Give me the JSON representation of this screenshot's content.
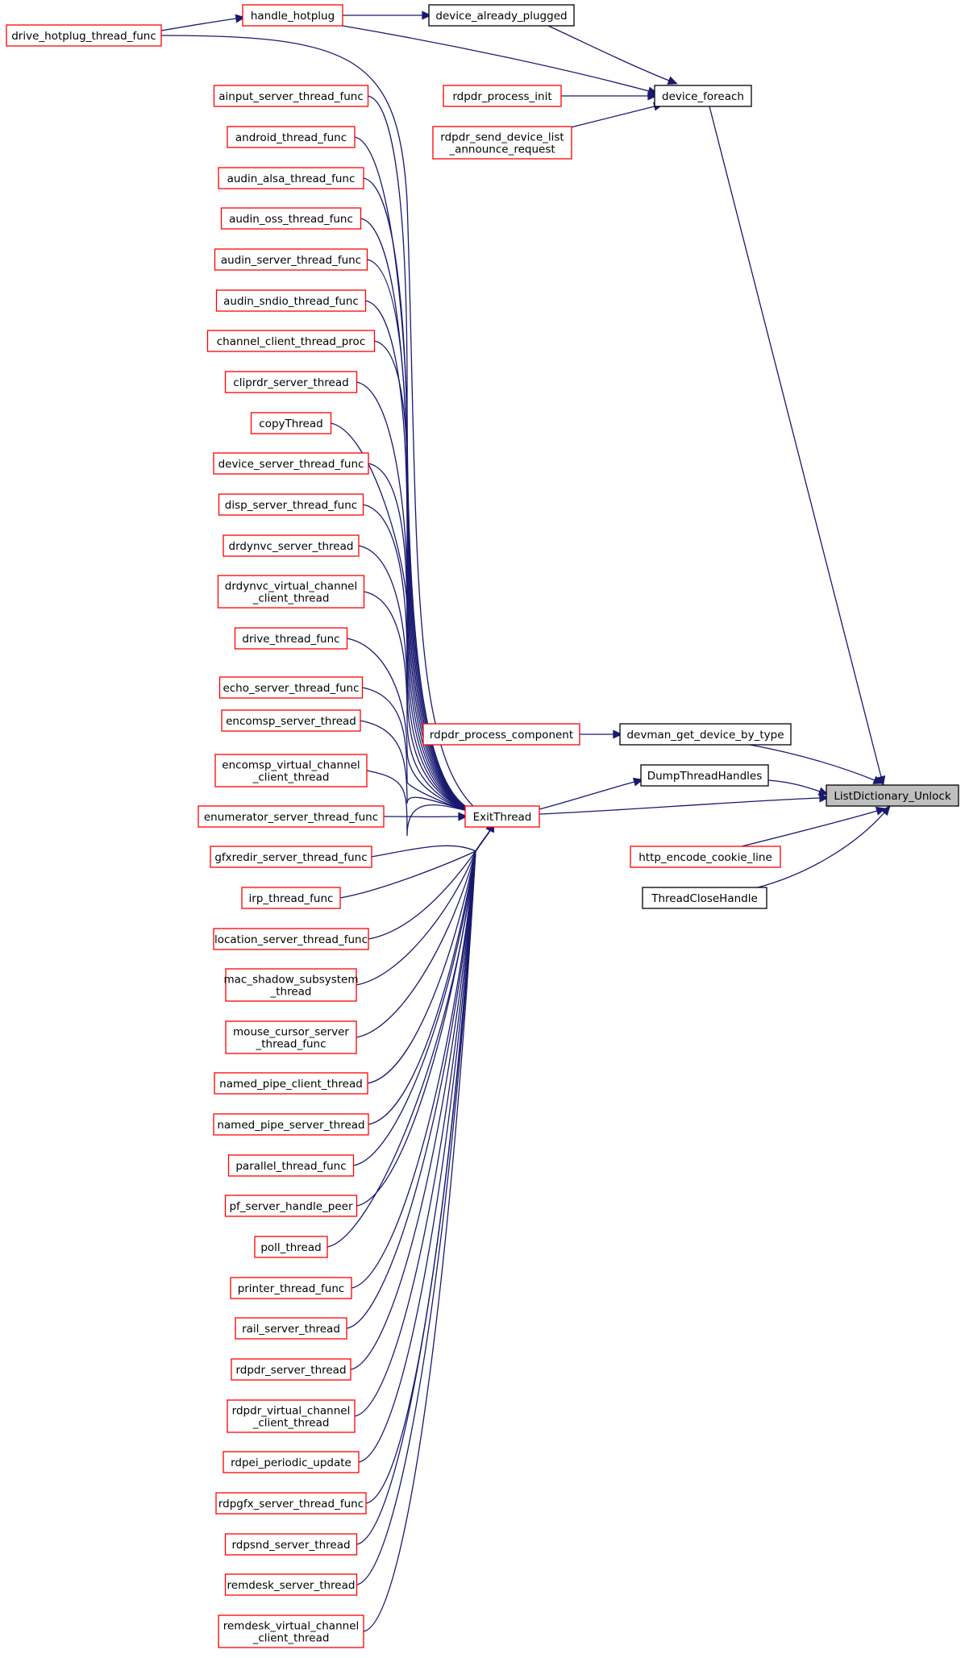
{
  "graph": {
    "colors": {
      "edge": "#191970",
      "red_border": "#ff0000",
      "black_border": "#000000",
      "root_fill": "#bfbfbf"
    },
    "nodes": [
      {
        "id": "root",
        "lines": [
          "ListDictionary_Unlock"
        ],
        "border": "black",
        "root": true
      },
      {
        "id": "device_foreach",
        "lines": [
          "device_foreach"
        ],
        "border": "black"
      },
      {
        "id": "device_already_plugged",
        "lines": [
          "device_already_plugged"
        ],
        "border": "black"
      },
      {
        "id": "handle_hotplug",
        "lines": [
          "handle_hotplug"
        ],
        "border": "red"
      },
      {
        "id": "drive_hotplug_thread_func",
        "lines": [
          "drive_hotplug_thread_func"
        ],
        "border": "red"
      },
      {
        "id": "rdpdr_process_init",
        "lines": [
          "rdpdr_process_init"
        ],
        "border": "red"
      },
      {
        "id": "rdpdr_send_device_list",
        "lines": [
          "rdpdr_send_device_list",
          "_announce_request"
        ],
        "border": "red"
      },
      {
        "id": "devman_get_device_by_type",
        "lines": [
          "devman_get_device_by_type"
        ],
        "border": "black"
      },
      {
        "id": "rdpdr_process_component",
        "lines": [
          "rdpdr_process_component"
        ],
        "border": "red"
      },
      {
        "id": "DumpThreadHandles",
        "lines": [
          "DumpThreadHandles"
        ],
        "border": "black"
      },
      {
        "id": "ExitThread",
        "lines": [
          "ExitThread"
        ],
        "border": "red"
      },
      {
        "id": "http_encode_cookie_line",
        "lines": [
          "http_encode_cookie_line"
        ],
        "border": "red"
      },
      {
        "id": "ThreadCloseHandle",
        "lines": [
          "ThreadCloseHandle"
        ],
        "border": "black"
      },
      {
        "id": "c1",
        "lines": [
          "ainput_server_thread_func"
        ],
        "border": "red"
      },
      {
        "id": "c2",
        "lines": [
          "android_thread_func"
        ],
        "border": "red"
      },
      {
        "id": "c3",
        "lines": [
          "audin_alsa_thread_func"
        ],
        "border": "red"
      },
      {
        "id": "c4",
        "lines": [
          "audin_oss_thread_func"
        ],
        "border": "red"
      },
      {
        "id": "c5",
        "lines": [
          "audin_server_thread_func"
        ],
        "border": "red"
      },
      {
        "id": "c6",
        "lines": [
          "audin_sndio_thread_func"
        ],
        "border": "red"
      },
      {
        "id": "c7",
        "lines": [
          "channel_client_thread_proc"
        ],
        "border": "red"
      },
      {
        "id": "c8",
        "lines": [
          "cliprdr_server_thread"
        ],
        "border": "red"
      },
      {
        "id": "c9",
        "lines": [
          "copyThread"
        ],
        "border": "red"
      },
      {
        "id": "c10",
        "lines": [
          "device_server_thread_func"
        ],
        "border": "red"
      },
      {
        "id": "c11",
        "lines": [
          "disp_server_thread_func"
        ],
        "border": "red"
      },
      {
        "id": "c12",
        "lines": [
          "drdynvc_server_thread"
        ],
        "border": "red"
      },
      {
        "id": "c13",
        "lines": [
          "drdynvc_virtual_channel",
          "_client_thread"
        ],
        "border": "red"
      },
      {
        "id": "c14",
        "lines": [
          "drive_thread_func"
        ],
        "border": "red"
      },
      {
        "id": "c15",
        "lines": [
          "echo_server_thread_func"
        ],
        "border": "red"
      },
      {
        "id": "c16",
        "lines": [
          "encomsp_server_thread"
        ],
        "border": "red"
      },
      {
        "id": "c17",
        "lines": [
          "encomsp_virtual_channel",
          "_client_thread"
        ],
        "border": "red"
      },
      {
        "id": "c18",
        "lines": [
          "enumerator_server_thread_func"
        ],
        "border": "red"
      },
      {
        "id": "c19",
        "lines": [
          "gfxredir_server_thread_func"
        ],
        "border": "red"
      },
      {
        "id": "c20",
        "lines": [
          "irp_thread_func"
        ],
        "border": "red"
      },
      {
        "id": "c21",
        "lines": [
          "location_server_thread_func"
        ],
        "border": "red"
      },
      {
        "id": "c22",
        "lines": [
          "mac_shadow_subsystem",
          "_thread"
        ],
        "border": "red"
      },
      {
        "id": "c23",
        "lines": [
          "mouse_cursor_server",
          "_thread_func"
        ],
        "border": "red"
      },
      {
        "id": "c24",
        "lines": [
          "named_pipe_client_thread"
        ],
        "border": "red"
      },
      {
        "id": "c25",
        "lines": [
          "named_pipe_server_thread"
        ],
        "border": "red"
      },
      {
        "id": "c26",
        "lines": [
          "parallel_thread_func"
        ],
        "border": "red"
      },
      {
        "id": "c27",
        "lines": [
          "pf_server_handle_peer"
        ],
        "border": "red"
      },
      {
        "id": "c28",
        "lines": [
          "poll_thread"
        ],
        "border": "red"
      },
      {
        "id": "c29",
        "lines": [
          "printer_thread_func"
        ],
        "border": "red"
      },
      {
        "id": "c30",
        "lines": [
          "rail_server_thread"
        ],
        "border": "red"
      },
      {
        "id": "c31",
        "lines": [
          "rdpdr_server_thread"
        ],
        "border": "red"
      },
      {
        "id": "c32",
        "lines": [
          "rdpdr_virtual_channel",
          "_client_thread"
        ],
        "border": "red"
      },
      {
        "id": "c33",
        "lines": [
          "rdpei_periodic_update"
        ],
        "border": "red"
      },
      {
        "id": "c34",
        "lines": [
          "rdpgfx_server_thread_func"
        ],
        "border": "red"
      },
      {
        "id": "c35",
        "lines": [
          "rdpsnd_server_thread"
        ],
        "border": "red"
      },
      {
        "id": "c36",
        "lines": [
          "remdesk_server_thread"
        ],
        "border": "red"
      },
      {
        "id": "c37",
        "lines": [
          "remdesk_virtual_channel",
          "_client_thread"
        ],
        "border": "red"
      }
    ],
    "edges": [
      {
        "from": "device_foreach",
        "to": "root"
      },
      {
        "from": "devman_get_device_by_type",
        "to": "root"
      },
      {
        "from": "DumpThreadHandles",
        "to": "root"
      },
      {
        "from": "ExitThread",
        "to": "root"
      },
      {
        "from": "http_encode_cookie_line",
        "to": "root"
      },
      {
        "from": "ThreadCloseHandle",
        "to": "root"
      },
      {
        "from": "device_already_plugged",
        "to": "device_foreach"
      },
      {
        "from": "handle_hotplug",
        "to": "device_foreach"
      },
      {
        "from": "rdpdr_process_init",
        "to": "device_foreach"
      },
      {
        "from": "rdpdr_send_device_list",
        "to": "device_foreach"
      },
      {
        "from": "handle_hotplug",
        "to": "device_already_plugged"
      },
      {
        "from": "drive_hotplug_thread_func",
        "to": "handle_hotplug"
      },
      {
        "from": "rdpdr_process_component",
        "to": "devman_get_device_by_type"
      },
      {
        "from": "ExitThread",
        "to": "DumpThreadHandles"
      },
      {
        "from": "drive_hotplug_thread_func",
        "to": "ExitThread"
      },
      {
        "from": "c1",
        "to": "ExitThread"
      },
      {
        "from": "c2",
        "to": "ExitThread"
      },
      {
        "from": "c3",
        "to": "ExitThread"
      },
      {
        "from": "c4",
        "to": "ExitThread"
      },
      {
        "from": "c5",
        "to": "ExitThread"
      },
      {
        "from": "c6",
        "to": "ExitThread"
      },
      {
        "from": "c7",
        "to": "ExitThread"
      },
      {
        "from": "c8",
        "to": "ExitThread"
      },
      {
        "from": "c9",
        "to": "ExitThread"
      },
      {
        "from": "c10",
        "to": "ExitThread"
      },
      {
        "from": "c11",
        "to": "ExitThread"
      },
      {
        "from": "c12",
        "to": "ExitThread"
      },
      {
        "from": "c13",
        "to": "ExitThread"
      },
      {
        "from": "c14",
        "to": "ExitThread"
      },
      {
        "from": "c15",
        "to": "ExitThread"
      },
      {
        "from": "c16",
        "to": "ExitThread"
      },
      {
        "from": "c17",
        "to": "ExitThread"
      },
      {
        "from": "c18",
        "to": "ExitThread"
      },
      {
        "from": "c19",
        "to": "ExitThread"
      },
      {
        "from": "c20",
        "to": "ExitThread"
      },
      {
        "from": "c21",
        "to": "ExitThread"
      },
      {
        "from": "c22",
        "to": "ExitThread"
      },
      {
        "from": "c23",
        "to": "ExitThread"
      },
      {
        "from": "c24",
        "to": "ExitThread"
      },
      {
        "from": "c25",
        "to": "ExitThread"
      },
      {
        "from": "c26",
        "to": "ExitThread"
      },
      {
        "from": "c27",
        "to": "ExitThread"
      },
      {
        "from": "c28",
        "to": "ExitThread"
      },
      {
        "from": "c29",
        "to": "ExitThread"
      },
      {
        "from": "c30",
        "to": "ExitThread"
      },
      {
        "from": "c31",
        "to": "ExitThread"
      },
      {
        "from": "c32",
        "to": "ExitThread"
      },
      {
        "from": "c33",
        "to": "ExitThread"
      },
      {
        "from": "c34",
        "to": "ExitThread"
      },
      {
        "from": "c35",
        "to": "ExitThread"
      },
      {
        "from": "c36",
        "to": "ExitThread"
      },
      {
        "from": "c37",
        "to": "ExitThread"
      }
    ]
  }
}
